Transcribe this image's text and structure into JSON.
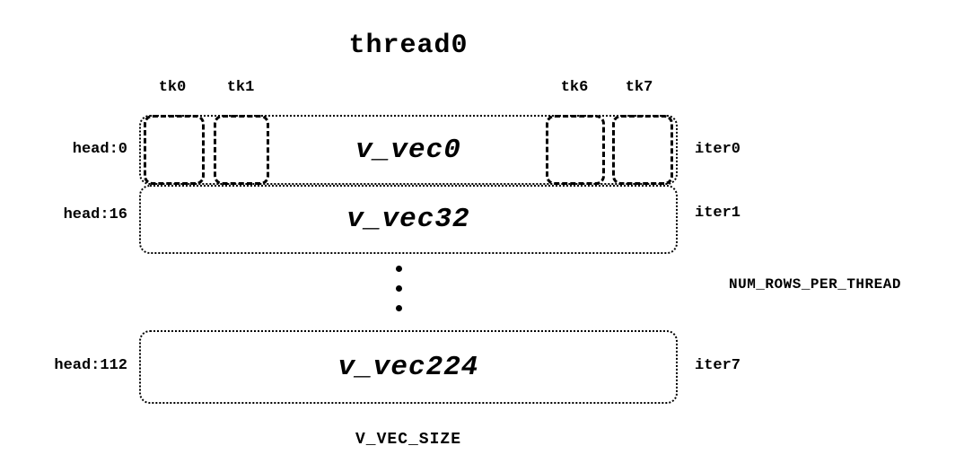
{
  "diagram": {
    "title": "thread0",
    "tk_labels": [
      "tk0",
      "tk1",
      "tk6",
      "tk7"
    ],
    "rows": [
      {
        "head": "head:0",
        "vec": "v_vec0",
        "iter": "iter0"
      },
      {
        "head": "head:16",
        "vec": "v_vec32",
        "iter": "iter1"
      },
      {
        "head": "head:112",
        "vec": "v_vec224",
        "iter": "iter7"
      }
    ],
    "right_label": "NUM_ROWS_PER_THREAD",
    "bottom_label": "V_VEC_SIZE",
    "colors": {
      "foreground": "#000000",
      "background": "#ffffff"
    }
  }
}
